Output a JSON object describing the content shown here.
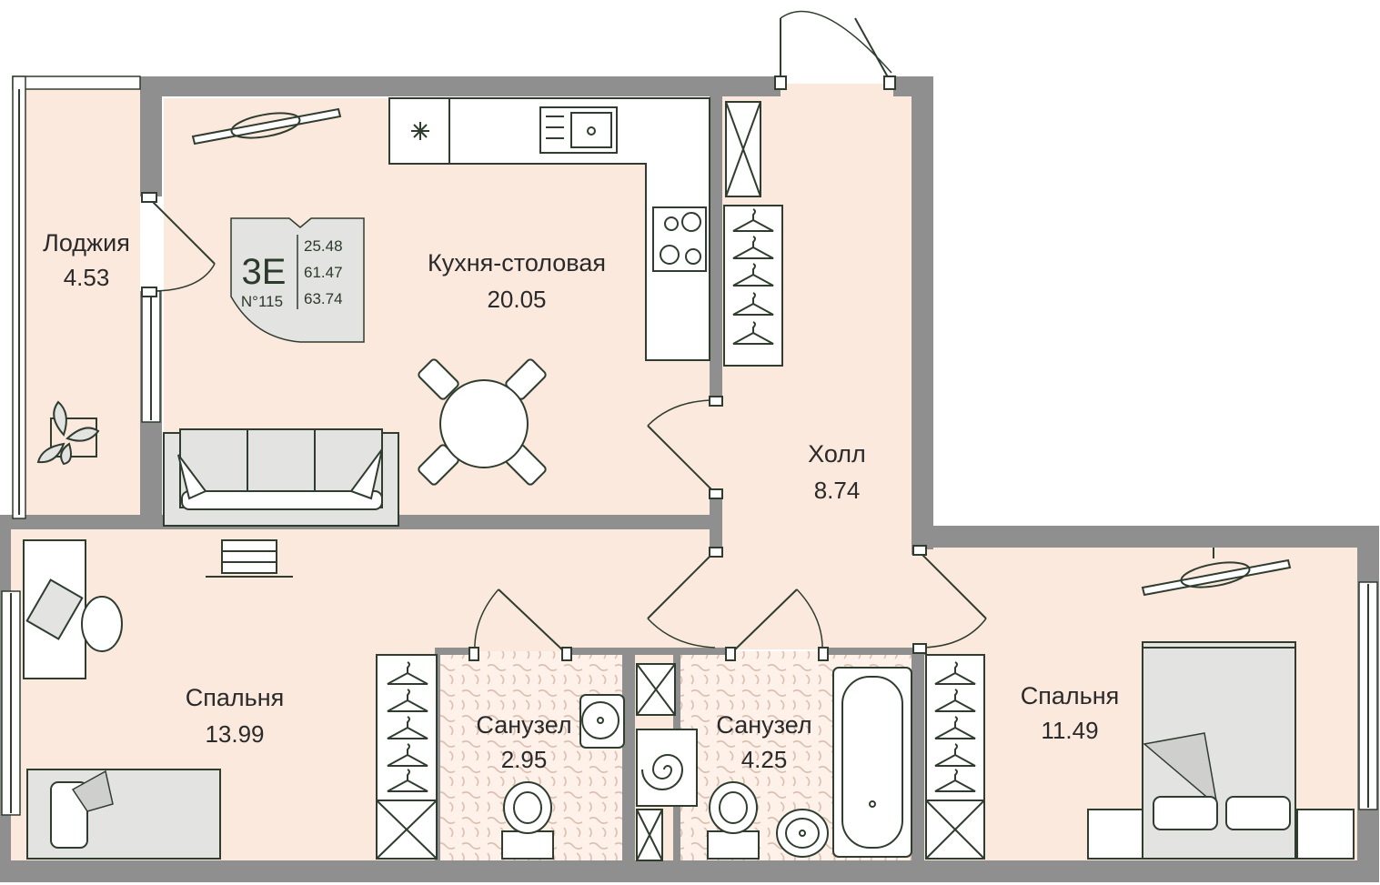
{
  "apartment": {
    "type": "3E",
    "number": "N°115",
    "living_area": "25.48",
    "total_area": "61.47",
    "total_area_with_loggia": "63.74"
  },
  "rooms": {
    "loggia": {
      "name": "Лоджия",
      "area": "4.53"
    },
    "kitchen": {
      "name": "Кухня-столовая",
      "area": "20.05"
    },
    "hall": {
      "name": "Холл",
      "area": "8.74"
    },
    "bedroom_left": {
      "name": "Спальня",
      "area": "13.99"
    },
    "bath_small": {
      "name": "Санузел",
      "area": "2.95"
    },
    "bath_large": {
      "name": "Санузел",
      "area": "4.25"
    },
    "bedroom_right": {
      "name": "Спальня",
      "area": "11.49"
    }
  },
  "colors": {
    "wall": "#8f8f8f",
    "floor": "#fbe9dd",
    "tile_pattern": "#e3c9b8",
    "furniture_line": "#2f3d2f",
    "furniture_fill": "#e3e3e1",
    "badge_fill": "#e3e3e1"
  }
}
